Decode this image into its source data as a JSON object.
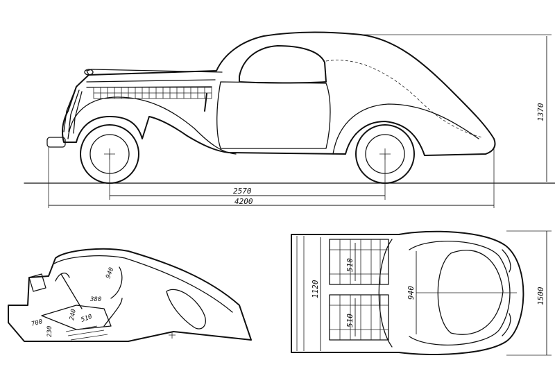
{
  "side_view": {
    "dimensions": {
      "height": "1370",
      "wheelbase": "2570",
      "length": "4200"
    }
  },
  "interior_section": {
    "dimensions": {
      "d940": "940",
      "d380": "380",
      "d240": "240",
      "d510": "510",
      "d700": "700",
      "d230": "230"
    }
  },
  "top_view": {
    "dimensions": {
      "inner_width": "1120",
      "seat_front": "510",
      "seat_rear": "510",
      "cabin_length": "940",
      "overall_width": "1500"
    }
  }
}
